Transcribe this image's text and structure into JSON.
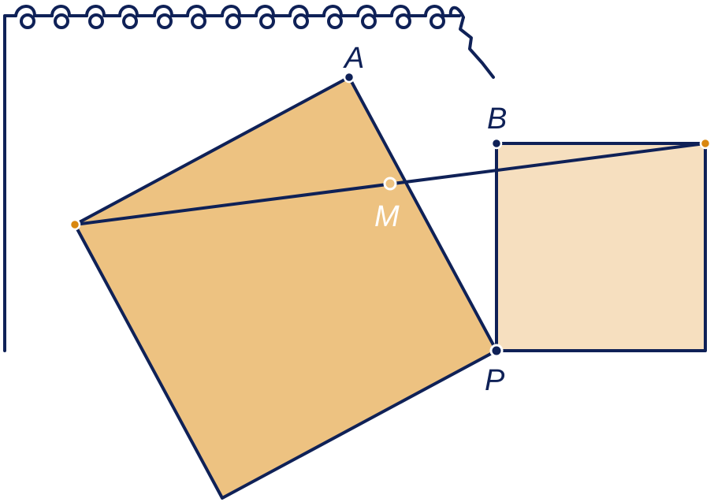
{
  "labels": {
    "a": "A",
    "b": "B",
    "m": "M",
    "p": "P"
  },
  "colors": {
    "stroke": "#0f2157",
    "square_large_fill": "#edc281",
    "square_small_fill": "#f6dfbf",
    "orange_point": "#d9870f",
    "label_m": "#ffffff"
  }
}
